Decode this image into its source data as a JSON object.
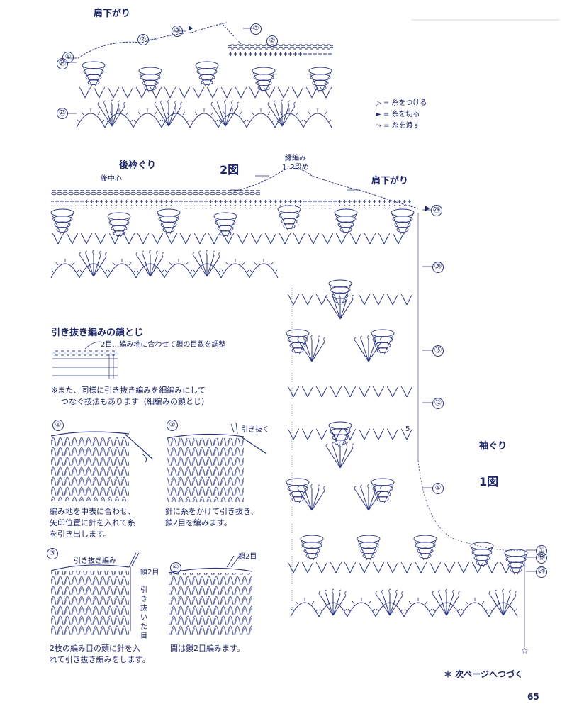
{
  "top_diagram": {
    "label_shoulder": "肩下がり",
    "row_marks": [
      "①",
      "②",
      "③",
      "㉔",
      "㉓",
      "②",
      "③"
    ]
  },
  "legend": {
    "items": [
      {
        "symbol": "▷ =",
        "text": "糸をつける"
      },
      {
        "symbol": "► =",
        "text": "糸を切る"
      },
      {
        "symbol": "⤳ =",
        "text": "糸を渡す"
      }
    ]
  },
  "fig2": {
    "title": "2図",
    "back_neck": "後衿ぐり",
    "back_center": "後中心",
    "edge_rows": "縁編み",
    "edge_rows_2": "1･2段め",
    "shoulder": "肩下がり",
    "row_marks": [
      "㉔",
      "⑳",
      "⑮",
      "⑫",
      "⑤",
      "①",
      "⑬",
      "㉔"
    ],
    "stitch_count_5": "5"
  },
  "fig1": {
    "title": "1図",
    "armhole": "袖ぐり"
  },
  "instructions": {
    "heading": "引き抜き編みの鎖とじ",
    "note_top": "2目…編み地に合わせて鎖の目数を調整",
    "note_alt_1": "※また、同様に引き抜き編みを細編みにして",
    "note_alt_2": "つなぐ技法もあります（細編みの鎖とじ）",
    "steps": [
      {
        "num": "①",
        "lines": [
          "編み地を中表に合わせ、",
          "矢印位置に針を入れて糸",
          "を引き出します。"
        ]
      },
      {
        "num": "②",
        "label": "引き抜く",
        "lines": [
          "針に糸をかけて引き抜き、",
          "鎖2目を編みます。"
        ]
      },
      {
        "num": "③",
        "label": "引き抜き編み",
        "label2": "鎖2目",
        "label3": "引き抜いた目",
        "lines": [
          "2枚の編み目の頭に針を入",
          "れて引き抜き編みをします。"
        ]
      },
      {
        "num": "④",
        "label": "鎖2目",
        "lines": [
          "間は鎖2目編みます。"
        ]
      }
    ]
  },
  "footer": {
    "continue": "＊ 次ページへつづく",
    "page_number": "65"
  }
}
